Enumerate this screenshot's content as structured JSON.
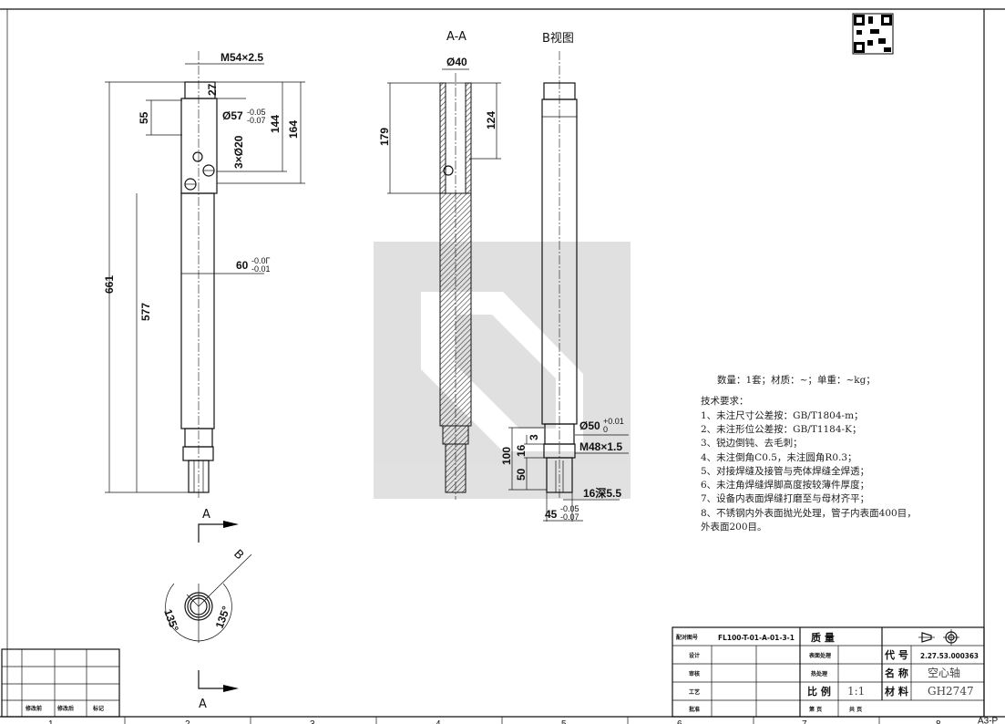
{
  "views": {
    "section_label": "A-A",
    "b_view_label": "B视图",
    "cut_label_top": "A",
    "cut_label_bottom": "A",
    "view_arrow_label": "B"
  },
  "front_view_dims": {
    "thread_top": "M54×2.5",
    "d27": "27",
    "d55": "55",
    "dia57": "Ø57",
    "dia57_upper": "-0.05",
    "dia57_lower": "-0.07",
    "d144": "144",
    "d164": "164",
    "holes": "3×Ø20",
    "d661": "661",
    "d577": "577",
    "dia60": "60",
    "dia60_upper": "-0.0Γ",
    "dia60_lower": "-0.01",
    "angle_left": "135°",
    "angle_right": "135°"
  },
  "section_dims": {
    "dia40": "Ø40",
    "d179": "179",
    "d124": "124"
  },
  "b_view_dims": {
    "dia50": "Ø50",
    "dia50_tol": "+0.01",
    "dia50_tol2": "0",
    "d3": "3",
    "thread_bottom": "M48×1.5",
    "d100": "100",
    "d16": "16",
    "d50": "50",
    "slot": "16深5.5",
    "dia45": "45",
    "dia45_upper": "-0.05",
    "dia45_lower": "-0.07"
  },
  "notes": {
    "summary": "数量：1套；材质：~；单重：~kg；",
    "heading": "技术要求：",
    "items": [
      "1、未注尺寸公差按：GB/T1804-m；",
      "2、未注形位公差按：GB/T1184-K；",
      "3、锐边倒钝、去毛刺；",
      "4、未注倒角C0.5，未注圆角R0.3；",
      "5、对接焊缝及接管与壳体焊缝全焊透；",
      "6、未注角焊缝焊脚高度按较薄件厚度；",
      "7、设备内表面焊缝打磨至与母材齐平；",
      "8、不锈钢内外表面抛光处理，管子内表面400目，",
      "外表面200目。"
    ]
  },
  "title_block": {
    "ref_label": "配对图号",
    "ref_value": "FL100-T-01-A-01-3-1",
    "mass_label": "质 量",
    "design_label": "设计",
    "review_label": "审核",
    "process_label": "工艺",
    "approve_label": "批准",
    "surface_label": "表面处理",
    "heat_label": "热处理",
    "scale_label": "比 例",
    "scale_value": "1:1",
    "sheet_label": "第 页",
    "total_label": "共 页",
    "code_label": "代 号",
    "code_value": "2.27.53.000363",
    "name_label": "名 称",
    "name_value": "空心轴",
    "material_label": "材 料",
    "material_value": "GH2747"
  },
  "revision_table": {
    "col1": "修改前",
    "col2": "修改后",
    "col3": "标记"
  },
  "zones": [
    "1",
    "2",
    "3",
    "4",
    "5",
    "6",
    "7",
    "8"
  ],
  "sheet_size": "A3-P"
}
